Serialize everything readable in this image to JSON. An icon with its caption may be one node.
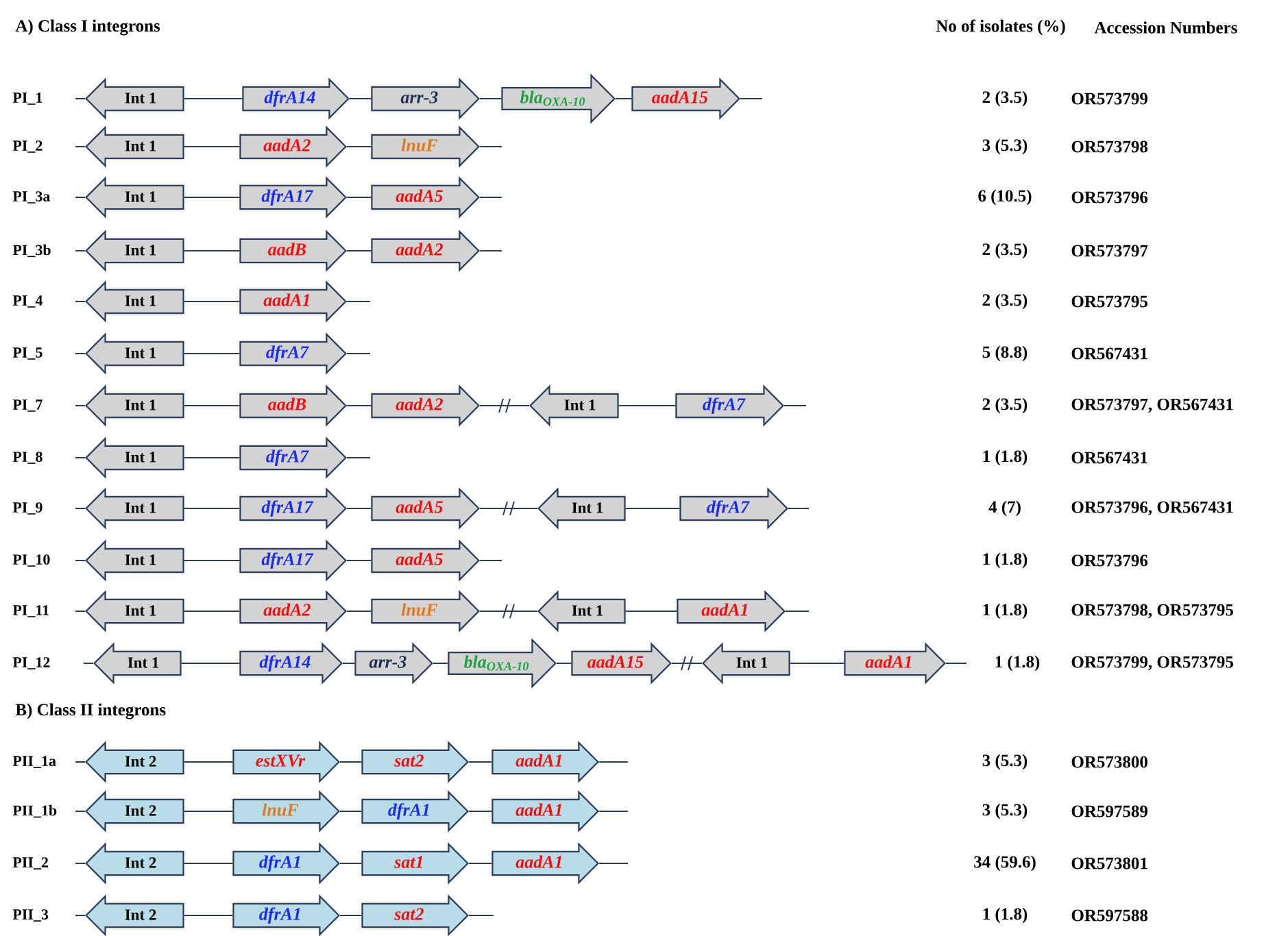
{
  "diagram": {
    "nodes": [
      {
        "text": [
          "Int 1"
        ]
      },
      {
        "text": [
          "dfrA14"
        ]
      },
      {
        "text": [
          "arr-3"
        ]
      },
      {
        "text": [
          "bla$_{OXA-10}$"
        ]
      },
      {
        "text": [
          "aadA15"
        ]
      },
      {
        "text": [
          "Int 1"
        ]
      },
      {
        "text": [
          "aadA2"
        ]
      },
      {
        "text": [
          "lnuF"
        ]
      },
      {
        "text": [
          "Int 1"
        ]
      },
      {
        "text": [
          "dfrA17"
        ]
      },
      {
        "text": [
          "aadA5"
        ]
      },
      {
        "text": [
          "Int 1"
        ]
      },
      {
        "text": [
          "aadB"
        ]
      },
      {
        "text": [
          "aadA2"
        ]
      },
      {
        "text": [
          "Int 1"
        ]
      },
      {
        "text": [
          "aadA1"
        ]
      },
      {
        "text": [
          "Int 1"
        ]
      },
      {
        "text": [
          "dfrA7"
        ]
      },
      {
        "text": [
          "Int 1"
        ]
      },
      {
        "text": [
          "aadB"
        ]
      },
      {
        "text": [
          "aadA2"
        ]
      },
      {
        "text": [
          "Int 1"
        ]
      },
      {
        "text": [
          "dfrA7"
        ]
      },
      {
        "text": [
          "Int 1"
        ]
      },
      {
        "text": [
          "dfrA7"
        ]
      },
      {
        "text": [
          "Int 1"
        ]
      },
      {
        "text": [
          "dfrA17"
        ]
      },
      {
        "text": [
          "aadA5"
        ]
      },
      {
        "text": [
          "Int 1"
        ]
      },
      {
        "text": [
          "dfrA7"
        ]
      },
      {
        "text": [
          "Int 1"
        ]
      },
      {
        "text": [
          "dfrA17"
        ]
      },
      {
        "text": [
          "aadA5"
        ]
      },
      {
        "text": [
          "Int 1"
        ]
      },
      {
        "text": [
          "aadA2"
        ]
      },
      {
        "text": [
          "lnuF"
        ]
      },
      {
        "text": [
          "Int 1"
        ]
      },
      {
        "text": [
          "aadA1"
        ]
      },
      {
        "text": [
          "Int 1"
        ]
      },
      {
        "text": [
          "dfrA14"
        ]
      },
      {
        "text": [
          "arr-3"
        ]
      },
      {
        "text": [
          "bla$_{OXA-10}$"
        ]
      },
      {
        "text": [
          "aadA15"
        ]
      },
      {
        "text": [
          "Int 1"
        ]
      },
      {
        "text": [
          "aadA1"
        ]
      },
      {
        "text": [
          "Int 2"
        ]
      },
      {
        "text": [
          "estXVr"
        ]
      },
      {
        "text": [
          "sat2"
        ]
      },
      {
        "text": [
          "aadA1"
        ]
      },
      {
        "text": [
          "Int 2"
        ]
      },
      {
        "text": [
          "lnuF"
        ]
      },
      {
        "text": [
          "dfrA1"
        ]
      },
      {
        "text": [
          "aadA1"
        ]
      },
      {
        "text": [
          "Int 2"
        ]
      },
      {
        "text": [
          "dfrA1"
        ]
      },
      {
        "text": [
          "sat1"
        ]
      },
      {
        "text": [
          "aadA1"
        ]
      },
      {
        "text": [
          "Int 2"
        ]
      },
      {
        "text": [
          "dfrA1"
        ]
      },
      {
        "text": [
          "sat2"
        ]
      }
    ],
    "edges": [
      {
        "from": null,
        "to": 0,
        "arrow": "none"
      },
      {
        "from": 0,
        "to": 1,
        "arrow": "none"
      },
      {
        "from": 1,
        "to": 2,
        "arrow": "none"
      },
      {
        "from": 2,
        "to": 3,
        "arrow": "none"
      },
      {
        "from": 3,
        "to": 4,
        "arrow": "none"
      },
      {
        "from": 4,
        "to": null,
        "arrow": "none"
      },
      {
        "from": null,
        "to": 5,
        "arrow": "none"
      },
      {
        "from": 5,
        "to": 6,
        "arrow": "none"
      },
      {
        "from": 6,
        "to": 7,
        "arrow": "none"
      },
      {
        "from": 7,
        "to": null,
        "arrow": "none"
      },
      {
        "from": null,
        "to": 8,
        "arrow": "none"
      },
      {
        "from": 8,
        "to": 9,
        "arrow": "none"
      },
      {
        "from": 9,
        "to": 10,
        "arrow": "none"
      },
      {
        "from": 10,
        "to": null,
        "arrow": "none"
      },
      {
        "from": null,
        "to": 11,
        "arrow": "none"
      },
      {
        "from": 11,
        "to": 12,
        "arrow": "none"
      },
      {
        "from": 12,
        "to": 13,
        "arrow": "none"
      },
      {
        "from": 13,
        "to": null,
        "arrow": "none"
      },
      {
        "from": null,
        "to": 14,
        "arrow": "none"
      },
      {
        "from": 14,
        "to": 15,
        "arrow": "none"
      },
      {
        "from": 15,
        "to": null,
        "arrow": "none"
      },
      {
        "from": null,
        "to": 16,
        "arrow": "none"
      },
      {
        "from": 16,
        "to": 17,
        "arrow": "none"
      },
      {
        "from": 17,
        "to": null,
        "arrow": "none"
      },
      {
        "from": null,
        "to": 18,
        "arrow": "none"
      },
      {
        "from": 18,
        "to": 19,
        "arrow": "none"
      },
      {
        "from": 19,
        "to": 20,
        "arrow": "none"
      },
      {
        "from": 20,
        "to": 21,
        "arrow": "none"
      },
      {
        "from": 21,
        "to": 22,
        "arrow": "none"
      },
      {
        "from": 22,
        "to": null,
        "arrow": "none"
      },
      {
        "from": null,
        "to": 23,
        "arrow": "none"
      },
      {
        "from": 23,
        "to": 24,
        "arrow": "none"
      },
      {
        "from": 24,
        "to": null,
        "arrow": "none"
      },
      {
        "from": null,
        "to": 25,
        "arrow": "none"
      },
      {
        "from": 25,
        "to": 26,
        "arrow": "none"
      },
      {
        "from": 26,
        "to": 27,
        "arrow": "none"
      },
      {
        "from": 27,
        "to": 28,
        "arrow": "none"
      },
      {
        "from": 28,
        "to": 29,
        "arrow": "none"
      },
      {
        "from": 29,
        "to": null,
        "arrow": "none"
      },
      {
        "from": null,
        "to": 30,
        "arrow": "none"
      },
      {
        "from": 30,
        "to": 31,
        "arrow": "none"
      },
      {
        "from": 31,
        "to": 32,
        "arrow": "none"
      },
      {
        "from": 32,
        "to": null,
        "arrow": "none"
      },
      {
        "from": null,
        "to": 33,
        "arrow": "none"
      },
      {
        "from": 33,
        "to": 34,
        "arrow": "none"
      },
      {
        "from": 34,
        "to": 35,
        "arrow": "none"
      },
      {
        "from": 35,
        "to": 36,
        "arrow": "none"
      },
      {
        "from": 36,
        "to": 37,
        "arrow": "none"
      },
      {
        "from": 37,
        "to": null,
        "arrow": "none"
      },
      {
        "from": null,
        "to": 38,
        "arrow": "none"
      },
      {
        "from": 38,
        "to": 39,
        "arrow": "none"
      },
      {
        "from": 39,
        "to": 40,
        "arrow": "none"
      },
      {
        "from": 40,
        "to": 41,
        "arrow": "none"
      },
      {
        "from": 41,
        "to": 42,
        "arrow": "none"
      },
      {
        "from": 42,
        "to": 43,
        "arrow": "none"
      },
      {
        "from": 43,
        "to": 44,
        "arrow": "none"
      },
      {
        "from": 44,
        "to": null,
        "arrow": "none"
      },
      {
        "from": null,
        "to": 45,
        "arrow": "none"
      },
      {
        "from": 45,
        "to": 46,
        "arrow": "none"
      },
      {
        "from": 46,
        "to": 47,
        "arrow": "none"
      },
      {
        "from": 47,
        "to": 48,
        "arrow": "none"
      },
      {
        "from": 48,
        "to": null,
        "arrow": "none"
      },
      {
        "from": null,
        "to": 49,
        "arrow": "none"
      },
      {
        "from": 49,
        "to": 50,
        "arrow": "none"
      },
      {
        "from": 50,
        "to": 51,
        "arrow": "none"
      },
      {
        "from": 51,
        "to": 52,
        "arrow": "none"
      },
      {
        "from": 52,
        "to": null,
        "arrow": "none"
      },
      {
        "from": null,
        "to": 53,
        "arrow": "none"
      },
      {
        "from": 53,
        "to": 54,
        "arrow": "none"
      },
      {
        "from": 54,
        "to": 55,
        "arrow": "none"
      },
      {
        "from": 55,
        "to": 56,
        "arrow": "none"
      },
      {
        "from": 56,
        "to": null,
        "arrow": "none"
      },
      {
        "from": null,
        "to": 57,
        "arrow": "none"
      },
      {
        "from": 57,
        "to": 58,
        "arrow": "none"
      },
      {
        "from": 58,
        "to": 59,
        "arrow": "none"
      },
      {
        "from": 59,
        "to": null,
        "arrow": "none"
      }
    ],
    "labels": [
      "A) Class I integrons",
      "No of isolates (%)",
      "Accession Numbers",
      "PI_1",
      "2 (3.5)",
      "OR573799",
      "PI_2",
      "3 (5.3)",
      "OR573798",
      "PI_3a",
      "6 (10.5)",
      "OR573796",
      "PI_3b",
      "2 (3.5)",
      "OR573797",
      "PI_4",
      "2 (3.5)",
      "OR573795",
      "PI_5",
      "5 (8.8)",
      "OR567431",
      "PI_7",
      "2 (3.5)",
      "OR573797, OR567431",
      "PI_8",
      "1 (1.8)",
      "OR567431",
      "PI_9",
      "4 (7)",
      "OR573796, OR567431",
      "PI_10",
      "1 (1.8)",
      "OR573796",
      "PI_11",
      "1 (1.8)",
      "OR573798, OR573795",
      "PI_12",
      "1 (1.8)",
      "OR573799, OR573795",
      "B) Class II integrons",
      "PII_1a",
      "3 (5.3)",
      "OR573800",
      "PII_1b",
      "3 (5.3)",
      "OR597589",
      "PII_2",
      "34 (59.6)",
      "OR573801",
      "PII_3",
      "1 (1.8)",
      "OR597588"
    ]
  }
}
